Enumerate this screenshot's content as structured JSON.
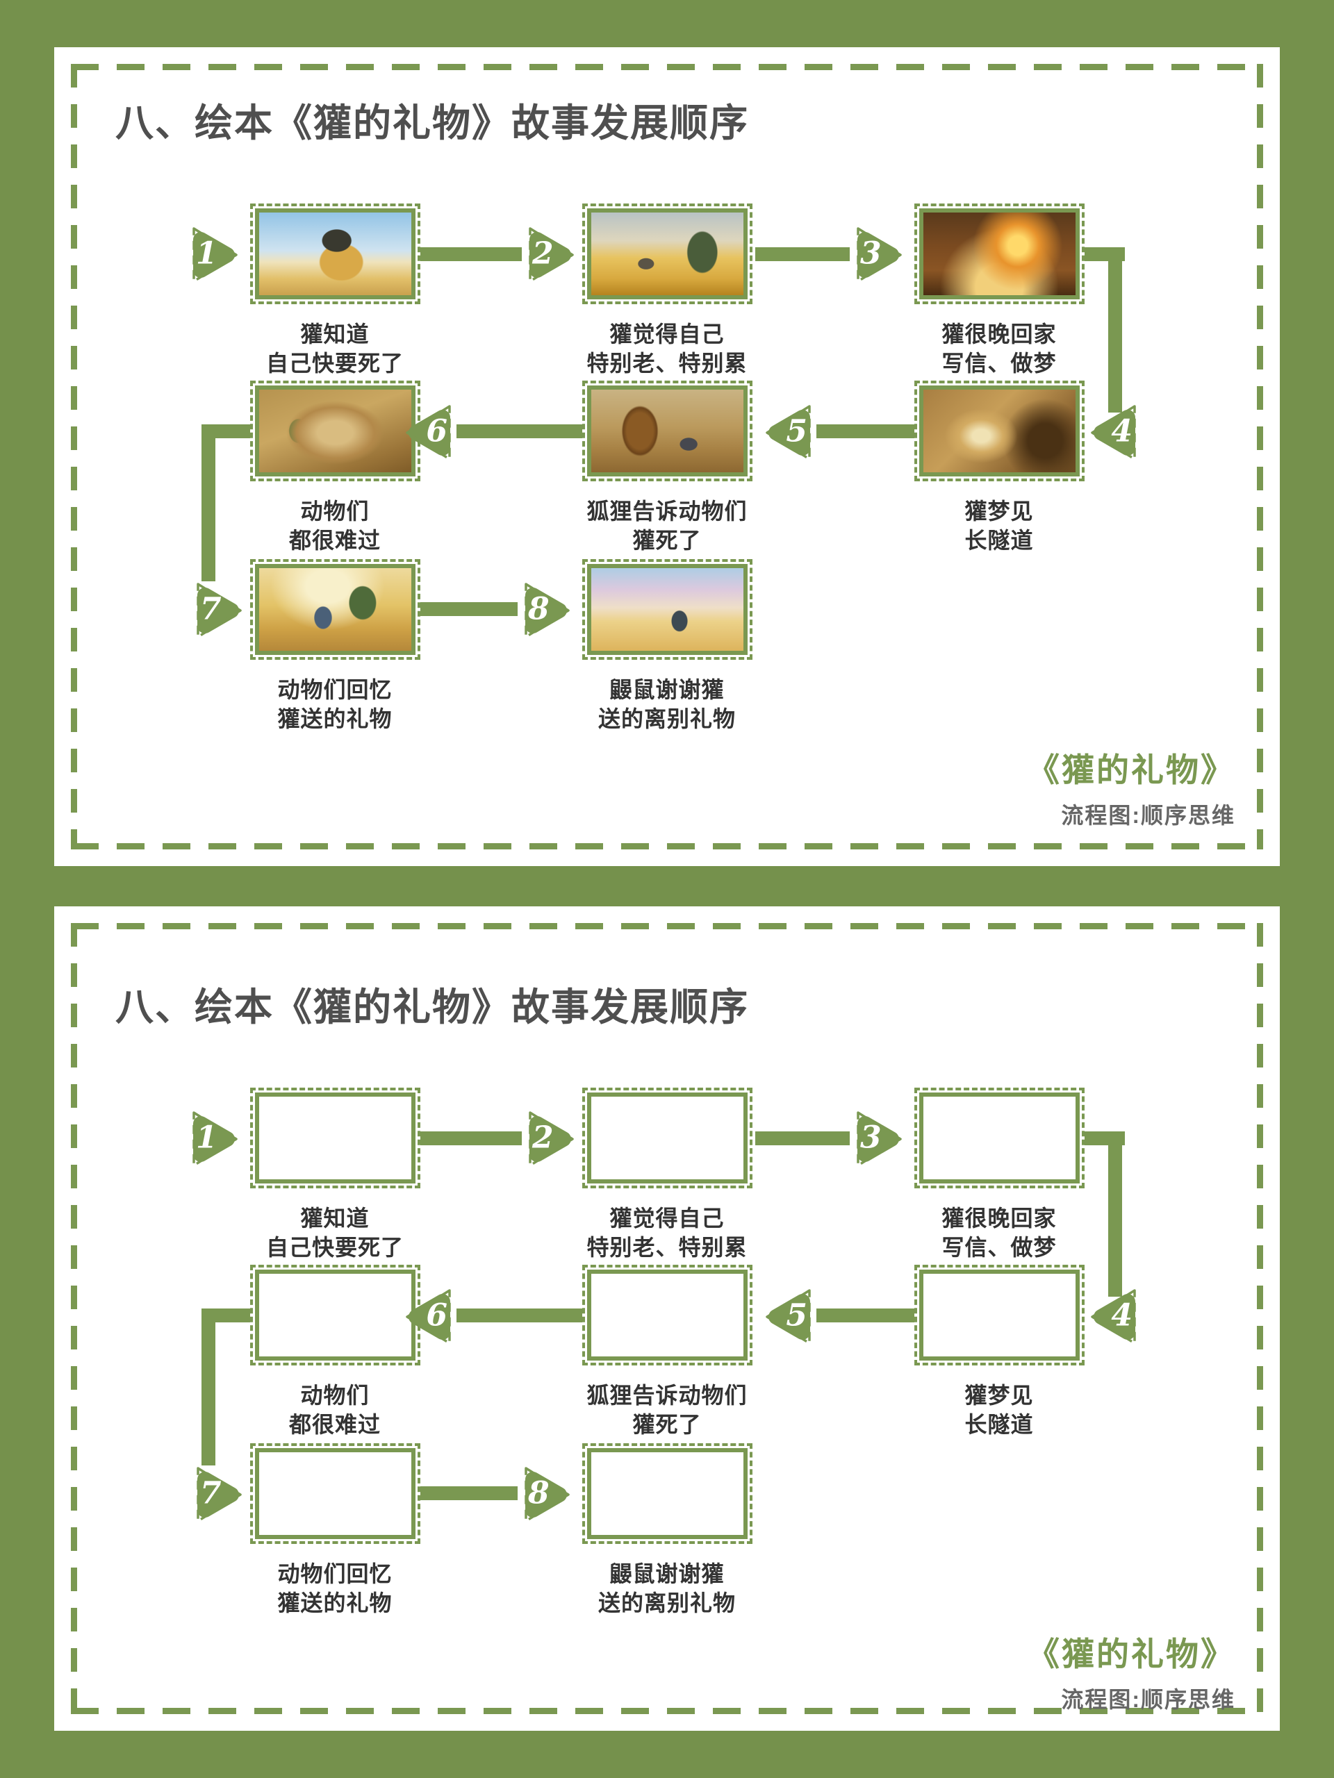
{
  "page": {
    "background_color": "#75914c",
    "accent_color": "#7a9851",
    "title_color": "#4f4f4f",
    "caption_color": "#333333",
    "subtitle_color": "#666666"
  },
  "card": {
    "title": "八、绘本《獾的礼物》故事发展顺序",
    "footer": {
      "book_title": "《獾的礼物》",
      "subtitle": "流程图:顺序思维"
    },
    "steps": [
      {
        "num": "1",
        "caption": [
          "獾知道",
          "自己快要死了"
        ],
        "image_desc": "badger leaning on a cane on a hill under blue sky"
      },
      {
        "num": "2",
        "caption": [
          "獾觉得自己",
          "特别老、特别累"
        ],
        "image_desc": "old badger walking with a cane through a golden field"
      },
      {
        "num": "3",
        "caption": [
          "獾很晚回家",
          "写信、做梦"
        ],
        "image_desc": "badger in a rocking chair by the fireplace at night"
      },
      {
        "num": "4",
        "caption": [
          "獾梦见",
          "长隧道"
        ],
        "image_desc": "long brown swirling tunnel"
      },
      {
        "num": "5",
        "caption": [
          "狐狸告诉动物们",
          "獾死了"
        ],
        "image_desc": "fox at badger's door telling the animals the news"
      },
      {
        "num": "6",
        "caption": [
          "动物们",
          "都很难过"
        ],
        "image_desc": "animals gathered sadly together in the burrow"
      },
      {
        "num": "7",
        "caption": [
          "动物们回忆",
          "獾送的礼物"
        ],
        "image_desc": "mole and badger remembering the gifts in golden light"
      },
      {
        "num": "8",
        "caption": [
          "鼹鼠谢谢獾",
          "送的离别礼物"
        ],
        "image_desc": "mole alone on a hill under pink clouds thanking badger"
      }
    ]
  }
}
